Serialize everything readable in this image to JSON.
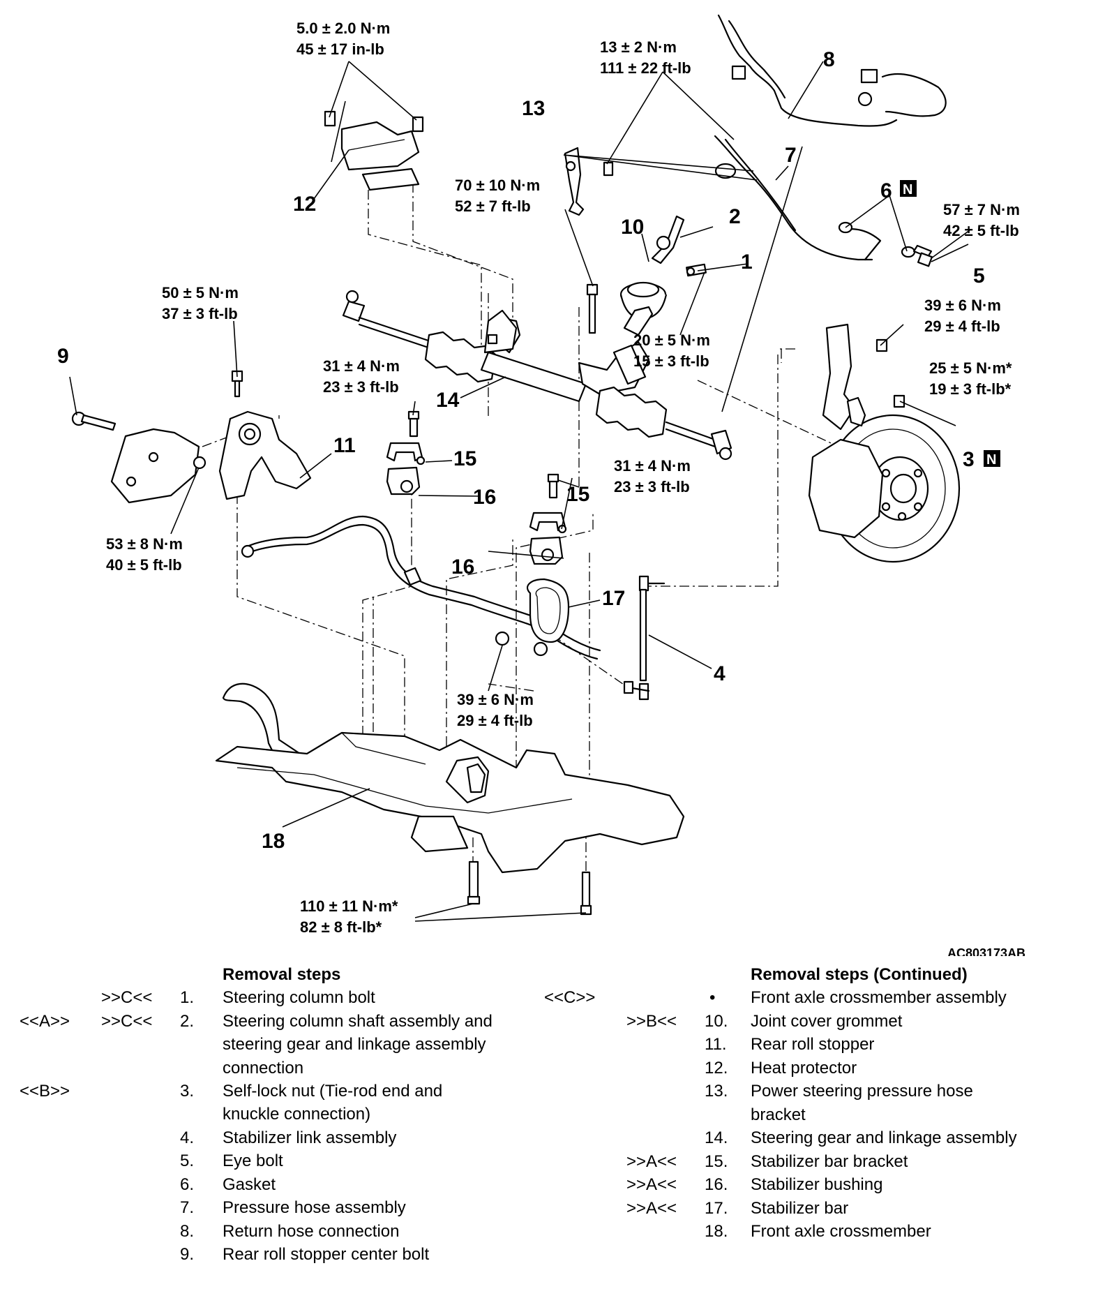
{
  "figure_id": "AC803173AB",
  "callout_numbers": [
    "1",
    "2",
    "3",
    "4",
    "5",
    "6",
    "7",
    "8",
    "9",
    "10",
    "11",
    "12",
    "13",
    "14",
    "15",
    "15",
    "16",
    "16",
    "17",
    "18"
  ],
  "new_part_marker": "N",
  "torque_specs": {
    "heat_protector_bolts": [
      "5.0 ± 2.0 N·m",
      "45 ± 17 in-lb"
    ],
    "pressure_hose_bracket_bolts": [
      "13 ± 2 N·m",
      "111 ± 22 ft-lb"
    ],
    "steering_gear_bolt": [
      "70 ± 10 N·m",
      "52 ± 7 ft-lb"
    ],
    "eye_bolt": [
      "57 ± 7 N·m",
      "42 ± 5 ft-lb"
    ],
    "stabilizer_link_upper_nut": [
      "39 ± 6 N·m",
      "29 ± 4 ft-lb"
    ],
    "self_lock_nut": [
      "25 ± 5 N·m*",
      "19 ± 3 ft-lb*"
    ],
    "steering_column_bolt": [
      "20 ± 5 N·m",
      "15 ± 3 ft-lb"
    ],
    "roll_stopper_bolt": [
      "50 ± 5 N·m",
      "37 ± 3 ft-lb"
    ],
    "left_bracket_bolt": [
      "31 ± 4 N·m",
      "23 ± 3 ft-lb"
    ],
    "right_bracket_bolt": [
      "31 ± 4 N·m",
      "23 ± 3 ft-lb"
    ],
    "roll_stopper_center_nut": [
      "53 ± 8 N·m",
      "40 ± 5 ft-lb"
    ],
    "stabilizer_link_lower_nut": [
      "39 ± 6 N·m",
      "29 ± 4 ft-lb"
    ],
    "crossmember_bolts": [
      "110 ± 11 N·m*",
      "82 ± 8 ft-lb*"
    ]
  },
  "removal_steps": {
    "heading": "Removal steps",
    "items": [
      {
        "ref_a": "",
        "ref_b": ">>C<<",
        "index": "1.",
        "text": "Steering column bolt"
      },
      {
        "ref_a": "<<A>>",
        "ref_b": ">>C<<",
        "index": "2.",
        "text": "Steering column shaft assembly and steering gear and linkage assembly connection"
      },
      {
        "ref_a": "<<B>>",
        "ref_b": "",
        "index": "3.",
        "text": "Self-lock nut (Tie-rod end and knuckle connection)"
      },
      {
        "ref_a": "",
        "ref_b": "",
        "index": "4.",
        "text": "Stabilizer link assembly"
      },
      {
        "ref_a": "",
        "ref_b": "",
        "index": "5.",
        "text": "Eye bolt"
      },
      {
        "ref_a": "",
        "ref_b": "",
        "index": "6.",
        "text": "Gasket"
      },
      {
        "ref_a": "",
        "ref_b": "",
        "index": "7.",
        "text": "Pressure hose assembly"
      },
      {
        "ref_a": "",
        "ref_b": "",
        "index": "8.",
        "text": "Return hose connection"
      },
      {
        "ref_a": "",
        "ref_b": "",
        "index": "9.",
        "text": "Rear roll stopper center bolt"
      }
    ]
  },
  "removal_steps_continued": {
    "heading": "Removal steps (Continued)",
    "items": [
      {
        "ref_a": "<<C>>",
        "ref_b": "",
        "index": "•",
        "text": "Front axle crossmember assembly"
      },
      {
        "ref_a": "",
        "ref_b": ">>B<<",
        "index": "10.",
        "text": "Joint cover grommet"
      },
      {
        "ref_a": "",
        "ref_b": "",
        "index": "11.",
        "text": "Rear roll stopper"
      },
      {
        "ref_a": "",
        "ref_b": "",
        "index": "12.",
        "text": "Heat protector"
      },
      {
        "ref_a": "",
        "ref_b": "",
        "index": "13.",
        "text": "Power steering pressure hose bracket"
      },
      {
        "ref_a": "",
        "ref_b": "",
        "index": "14.",
        "text": "Steering gear and linkage assembly"
      },
      {
        "ref_a": "",
        "ref_b": ">>A<<",
        "index": "15.",
        "text": "Stabilizer bar bracket"
      },
      {
        "ref_a": "",
        "ref_b": ">>A<<",
        "index": "16.",
        "text": "Stabilizer bushing"
      },
      {
        "ref_a": "",
        "ref_b": ">>A<<",
        "index": "17.",
        "text": "Stabilizer bar"
      },
      {
        "ref_a": "",
        "ref_b": "",
        "index": "18.",
        "text": "Front axle crossmember"
      }
    ]
  }
}
